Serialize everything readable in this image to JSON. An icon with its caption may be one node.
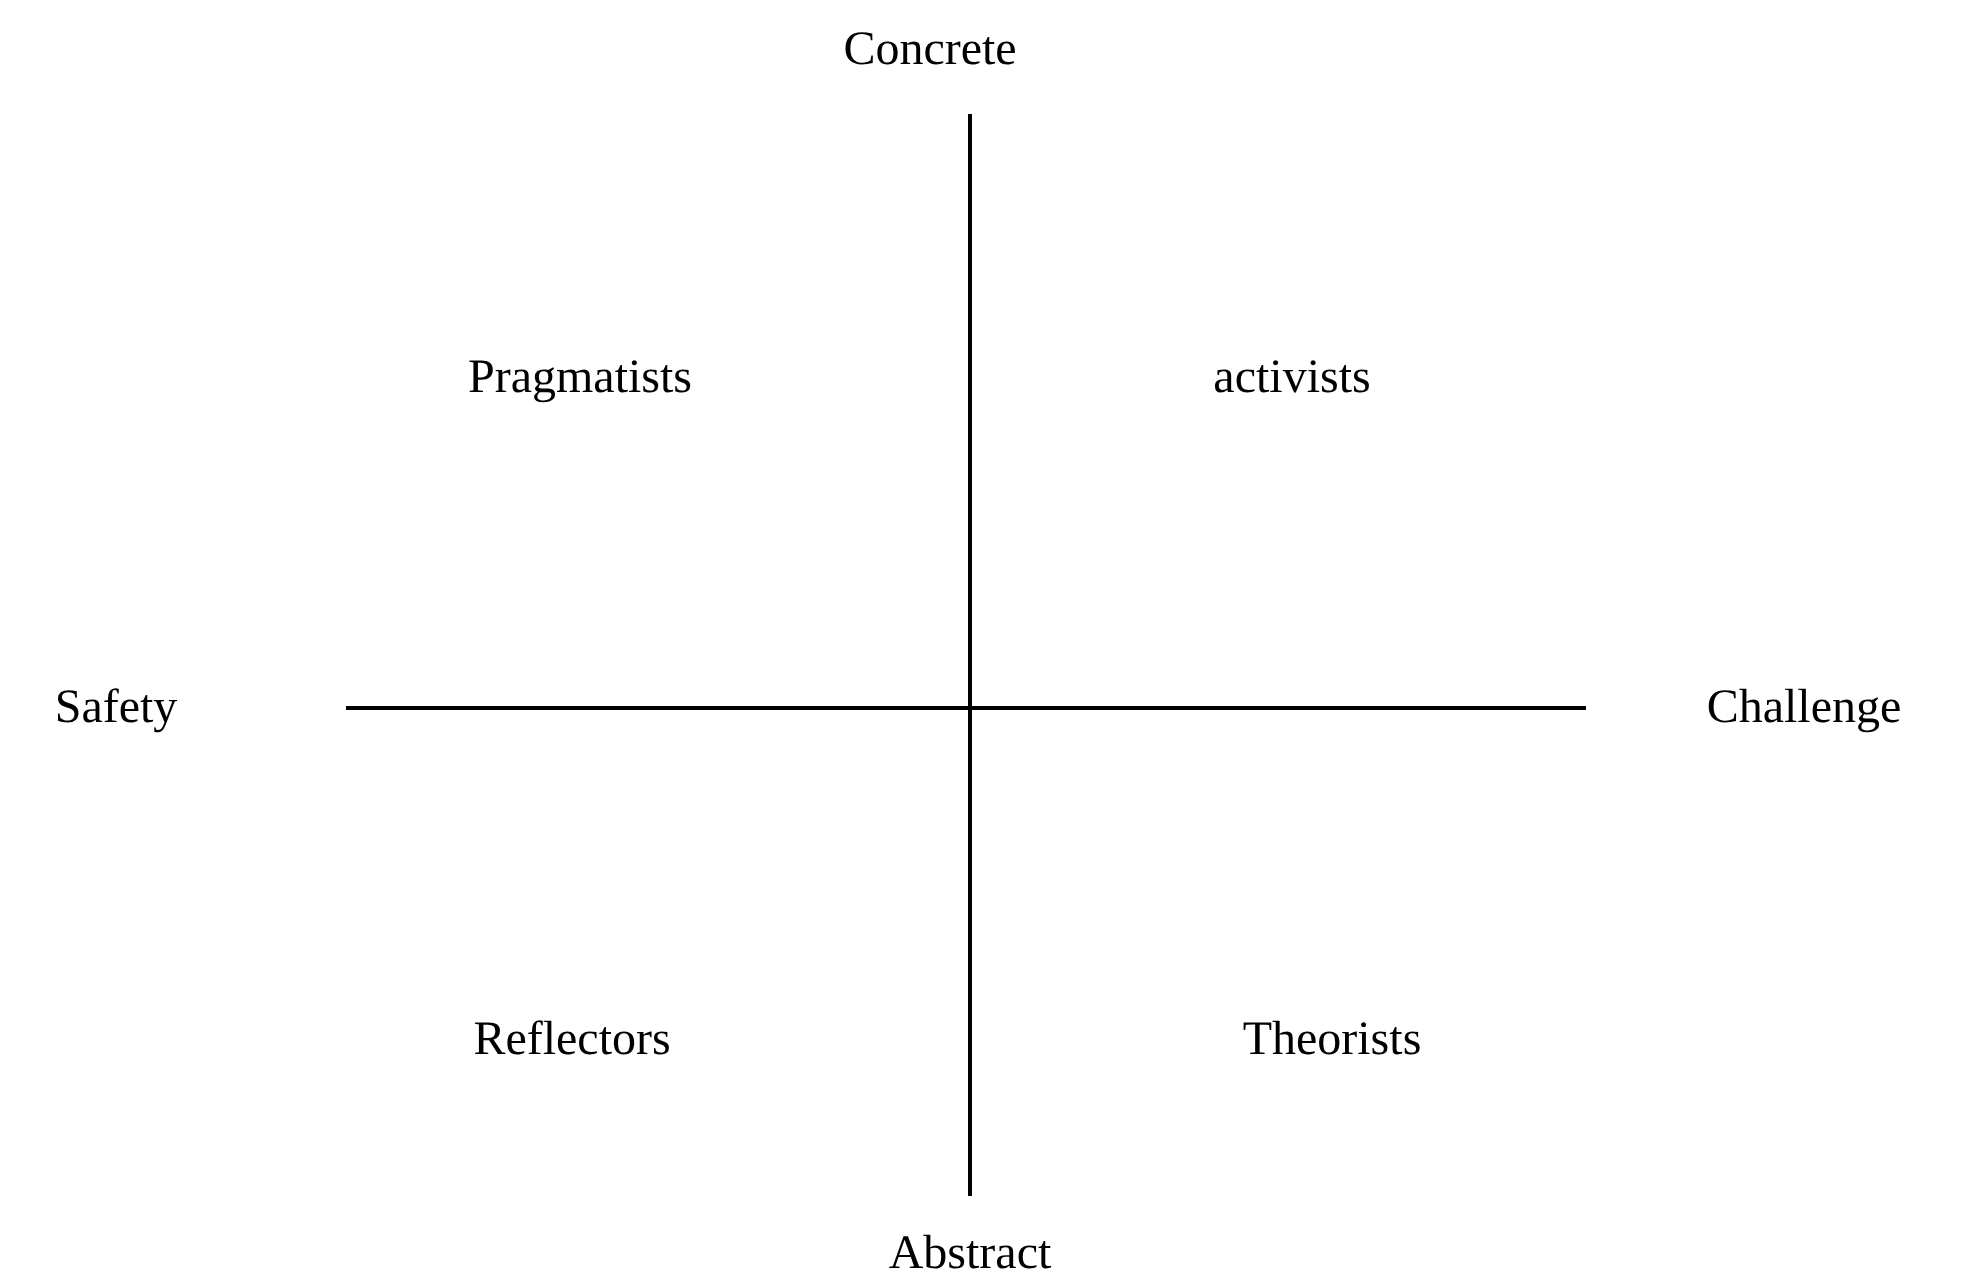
{
  "diagram": {
    "labels": [
      "Concrete",
      "Pragmatists",
      "activists",
      "Safety",
      "Challenge",
      "Reflectors",
      "Theorists",
      "Abstract"
    ]
  }
}
